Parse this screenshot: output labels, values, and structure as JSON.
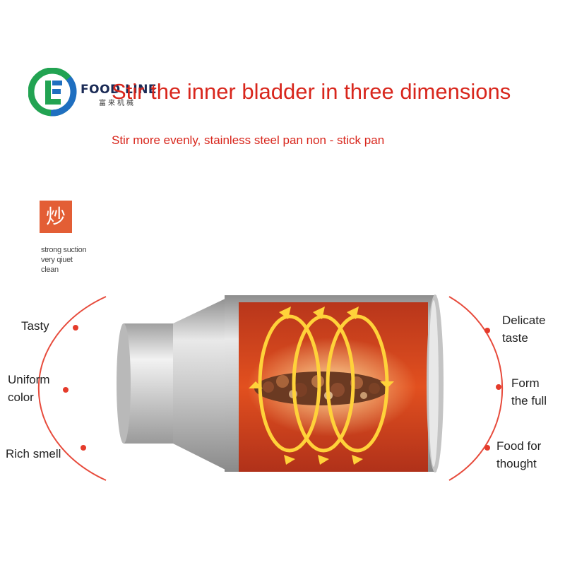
{
  "logo": {
    "text": "FOOD LINE",
    "subtitle": "富来机械"
  },
  "headline": "Stir the inner bladder in three dimensions",
  "subheadline": "Stir more evenly, stainless steel pan non - stick pan",
  "badge": {
    "glyph": "炒",
    "features": [
      "strong suction",
      "very qiuet",
      "clean"
    ]
  },
  "left_labels": [
    {
      "lines": [
        "Tasty"
      ]
    },
    {
      "lines": [
        "Uniform",
        "color"
      ]
    },
    {
      "lines": [
        "Rich smell"
      ]
    }
  ],
  "right_labels": [
    {
      "lines": [
        "Delicate",
        "taste"
      ]
    },
    {
      "lines": [
        "Form",
        "the full"
      ]
    },
    {
      "lines": [
        "Food for",
        "thought"
      ]
    }
  ],
  "colors": {
    "accent_red": "#d8261c",
    "logo_green": "#22a352",
    "logo_blue": "#1f6fc0",
    "drum_orange": "#d6451e",
    "arrow_yellow": "#ffd23a"
  },
  "icons": [
    "logo-mark-icon",
    "rotation-arrows-icon"
  ]
}
